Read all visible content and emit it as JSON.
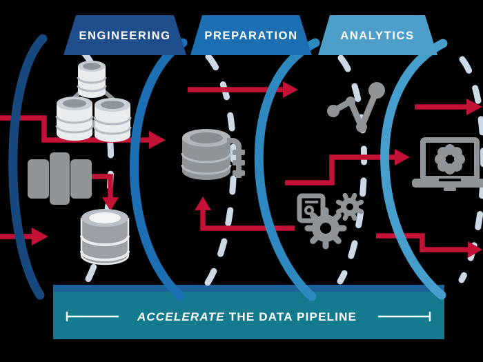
{
  "stages": [
    {
      "label": "ENGINEERING",
      "color": "#1f4e8c"
    },
    {
      "label": "PREPARATION",
      "color": "#1d6fb4"
    },
    {
      "label": "ANALYTICS",
      "color": "#4d9fca"
    }
  ],
  "tubes": {
    "arc1": "#17497e",
    "arc2": "#1d6fb4",
    "arc3": "#2f89c1",
    "arc4": "#459ecb",
    "dash": "#d7e6f4"
  },
  "arrows": {
    "color": "#c31236"
  },
  "banner": {
    "emphasis": "ACCELERATE",
    "rest": "THE DATA PIPELINE",
    "background": "#147a8e",
    "edge": "#1d5f97",
    "text_color": "#ffffff"
  },
  "icons": {
    "gray": "#8f9499",
    "light": "#e8ecef",
    "mid": "#b5bbc2",
    "names": [
      "database-cluster-icon",
      "data-silos-icon",
      "database-icon",
      "database-pipe-icon",
      "network-graph-icon",
      "gears-automation-icon",
      "laptop-analytics-icon"
    ]
  }
}
